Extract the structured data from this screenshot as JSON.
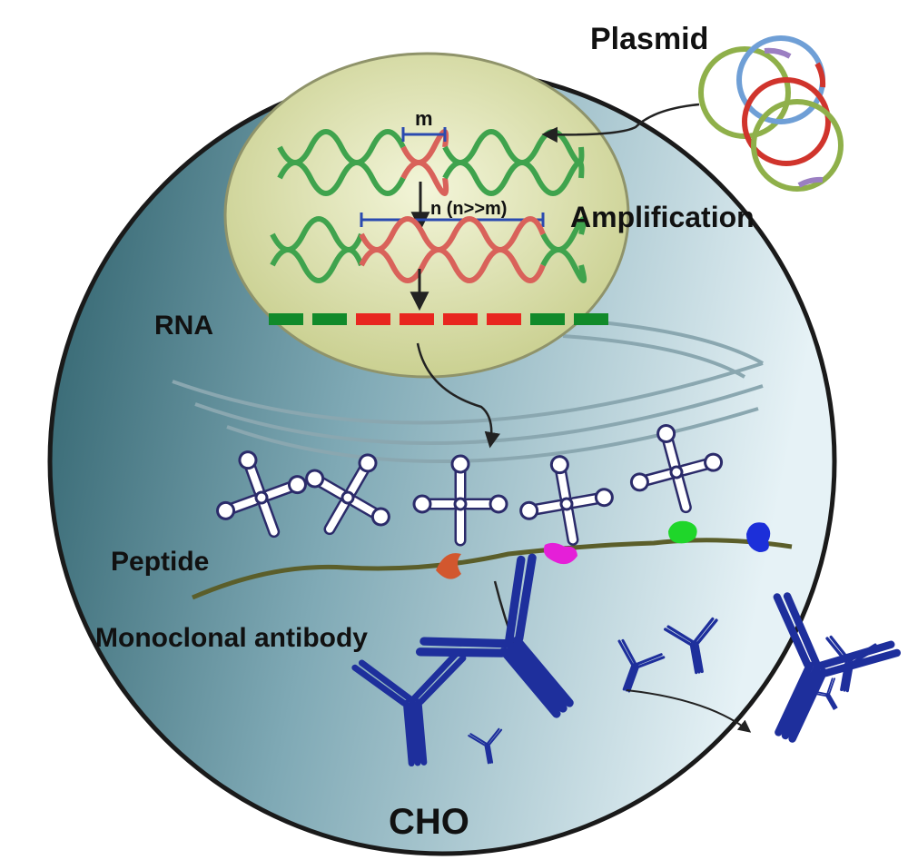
{
  "labels": {
    "plasmid": "Plasmid",
    "amplification": "Amplification",
    "rna": "RNA",
    "peptide": "Peptide",
    "monoclonal_antibody": "Monoclonal antibody",
    "cho": "CHO",
    "repeat_small": "m",
    "repeat_large": "n (n>>m)"
  },
  "colors": {
    "cell_dark": "#2c5f6a",
    "cell_light": "#e6f2f6",
    "nucleus": "#e8ecbf",
    "dna_green": "#3fa34d",
    "dna_red": "#d9625a",
    "rna_green": "#118a2a",
    "rna_red": "#e8261f",
    "antibody": "#1e2f9c",
    "peptide": "#5b5e2a",
    "plasmid_colors": [
      "#8fb04a",
      "#d0342c",
      "#6f9fd6",
      "#9b7fc2"
    ],
    "amino_acid_colors": [
      "#d2572e",
      "#e51fd8",
      "#1fd62a",
      "#1c2fd9"
    ]
  },
  "icons": [
    "trna-icon",
    "antibody-icon",
    "plasmid-icon",
    "dna-helix-icon"
  ]
}
